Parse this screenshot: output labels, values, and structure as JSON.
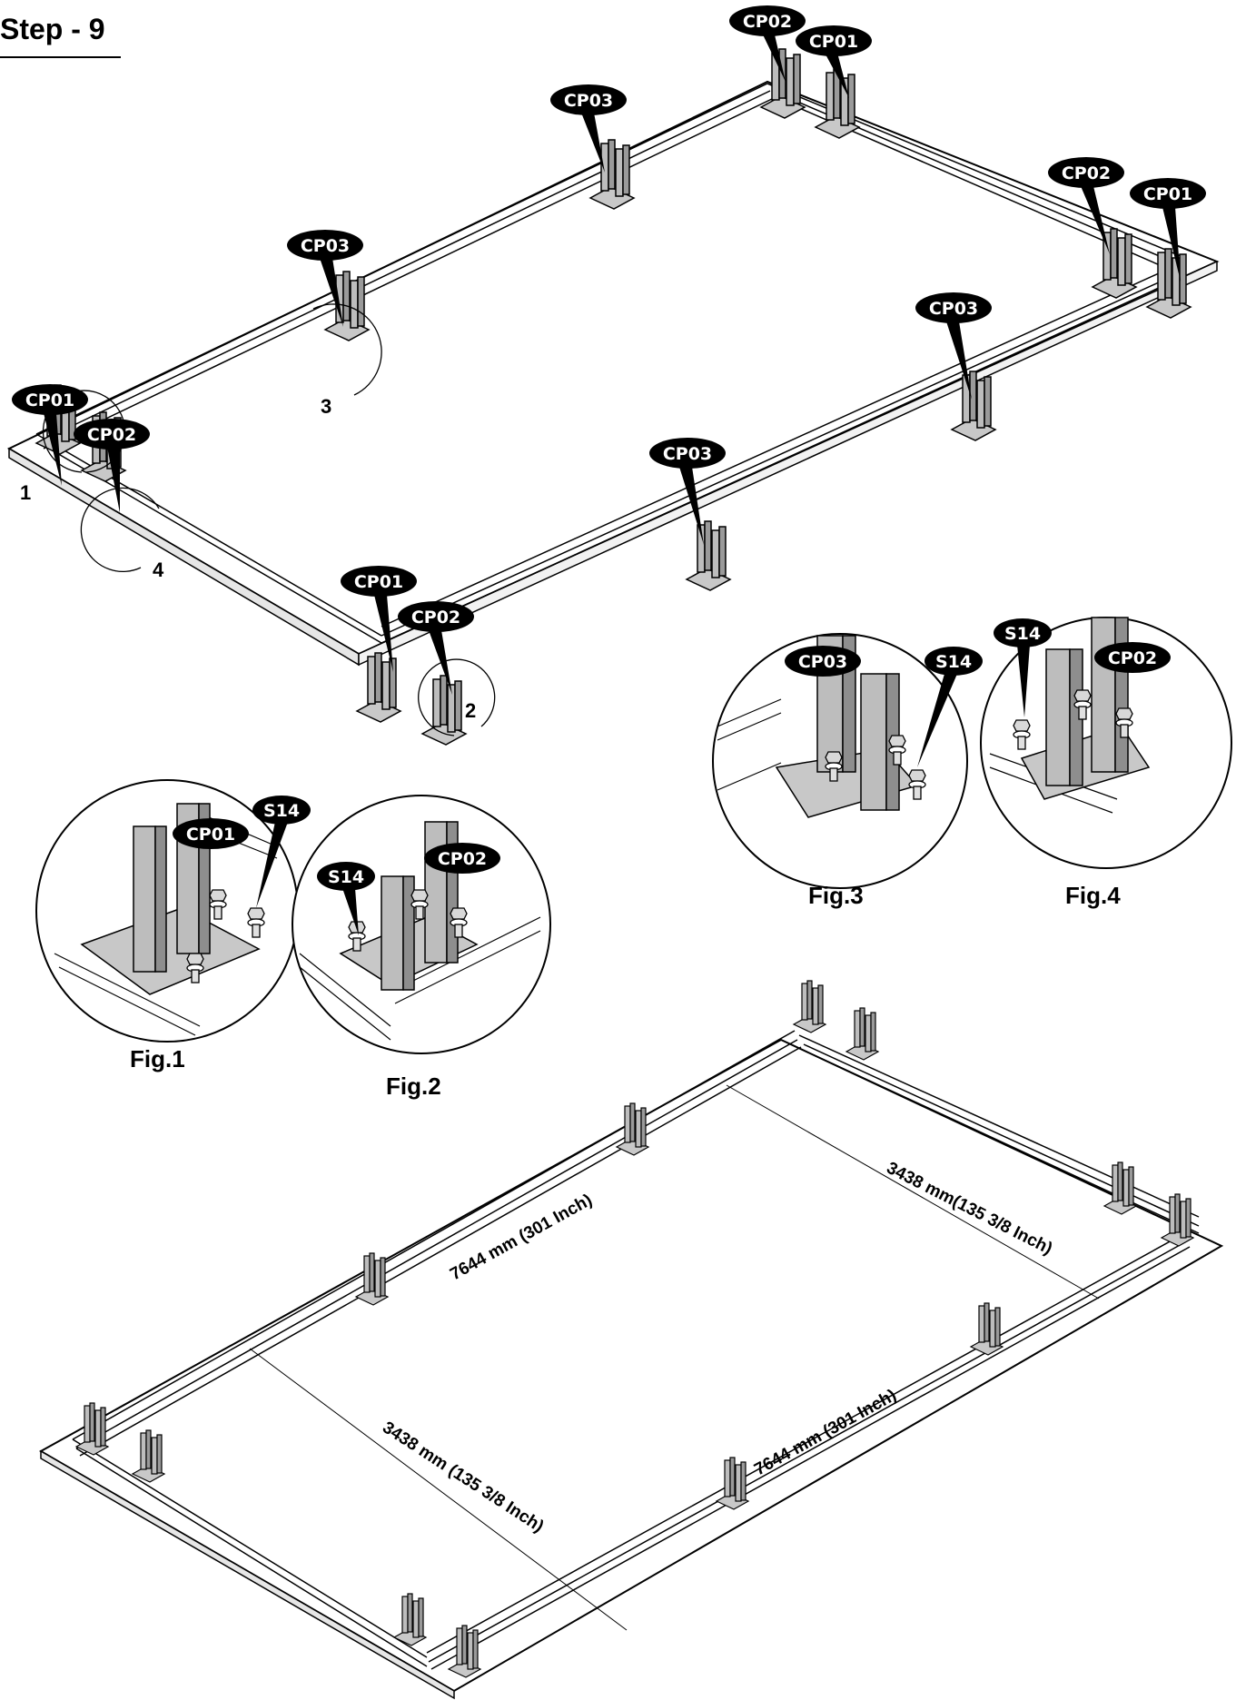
{
  "page": {
    "title": "Step - 9"
  },
  "labels": {
    "cp01": "CP01",
    "cp02": "CP02",
    "cp03": "CP03",
    "s14": "S14"
  },
  "callout_numbers": [
    "1",
    "2",
    "3",
    "4"
  ],
  "figures": {
    "fig1": "Fig.1",
    "fig2": "Fig.2",
    "fig3": "Fig.3",
    "fig4": "Fig.4"
  },
  "dimensions": {
    "long_side_upper": "7644 mm (301 Inch)",
    "long_side_lower": "7644 mm (301 Inch)",
    "short_side_right": "3438 mm(135 3/8 Inch)",
    "short_side_left": "3438 mm (135 3/8 Inch)"
  }
}
